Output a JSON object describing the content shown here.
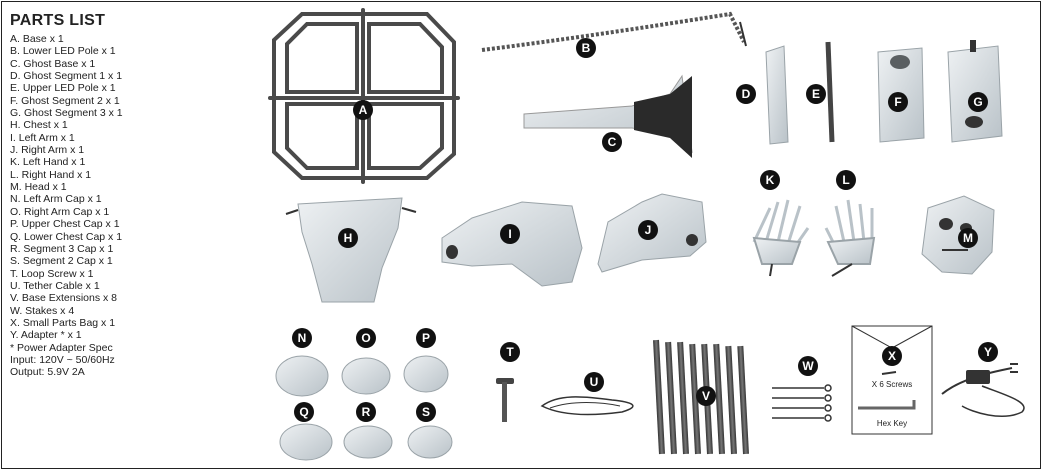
{
  "title": "PARTS LIST",
  "parts": [
    "A.  Base x 1",
    "B.  Lower LED Pole x 1",
    "C.  Ghost Base x 1",
    "D.  Ghost Segment 1 x 1",
    "E.  Upper LED Pole x 1",
    "F.  Ghost Segment 2 x 1",
    "G.  Ghost Segment 3 x 1",
    "H.  Chest x 1",
    "I.   Left Arm x 1",
    "J.  Right Arm x 1",
    "K.  Left Hand x 1",
    "L.  Right Hand x 1",
    "M. Head x 1",
    "N.  Left Arm Cap x 1",
    "O.  Right Arm Cap x 1",
    "P.  Upper Chest Cap x 1",
    "Q.  Lower Chest Cap x 1",
    "R.  Segment 3 Cap x 1",
    "S.  Segment 2 Cap x 1",
    "T.  Loop Screw x 1",
    "U.  Tether Cable x 1",
    "V.  Base Extensions x 8",
    "W. Stakes x 4",
    "X.  Small Parts Bag x 1",
    "Y.  Adapter * x 1"
  ],
  "adapter_note": "* Power Adapter Spec",
  "input_spec": "Input: 120V ~ 50/60Hz",
  "output_spec": "Output: 5.9V 2A",
  "labels": {
    "A": "A",
    "B": "B",
    "C": "C",
    "D": "D",
    "E": "E",
    "F": "F",
    "G": "G",
    "H": "H",
    "I": "I",
    "J": "J",
    "K": "K",
    "L": "L",
    "M": "M",
    "N": "N",
    "O": "O",
    "P": "P",
    "Q": "Q",
    "R": "R",
    "S": "S",
    "T": "T",
    "U": "U",
    "V": "V",
    "W": "W",
    "X": "X",
    "Y": "Y"
  },
  "bag_screws_text": "X 6 Screws",
  "bag_hexkey_text": "Hex Key"
}
